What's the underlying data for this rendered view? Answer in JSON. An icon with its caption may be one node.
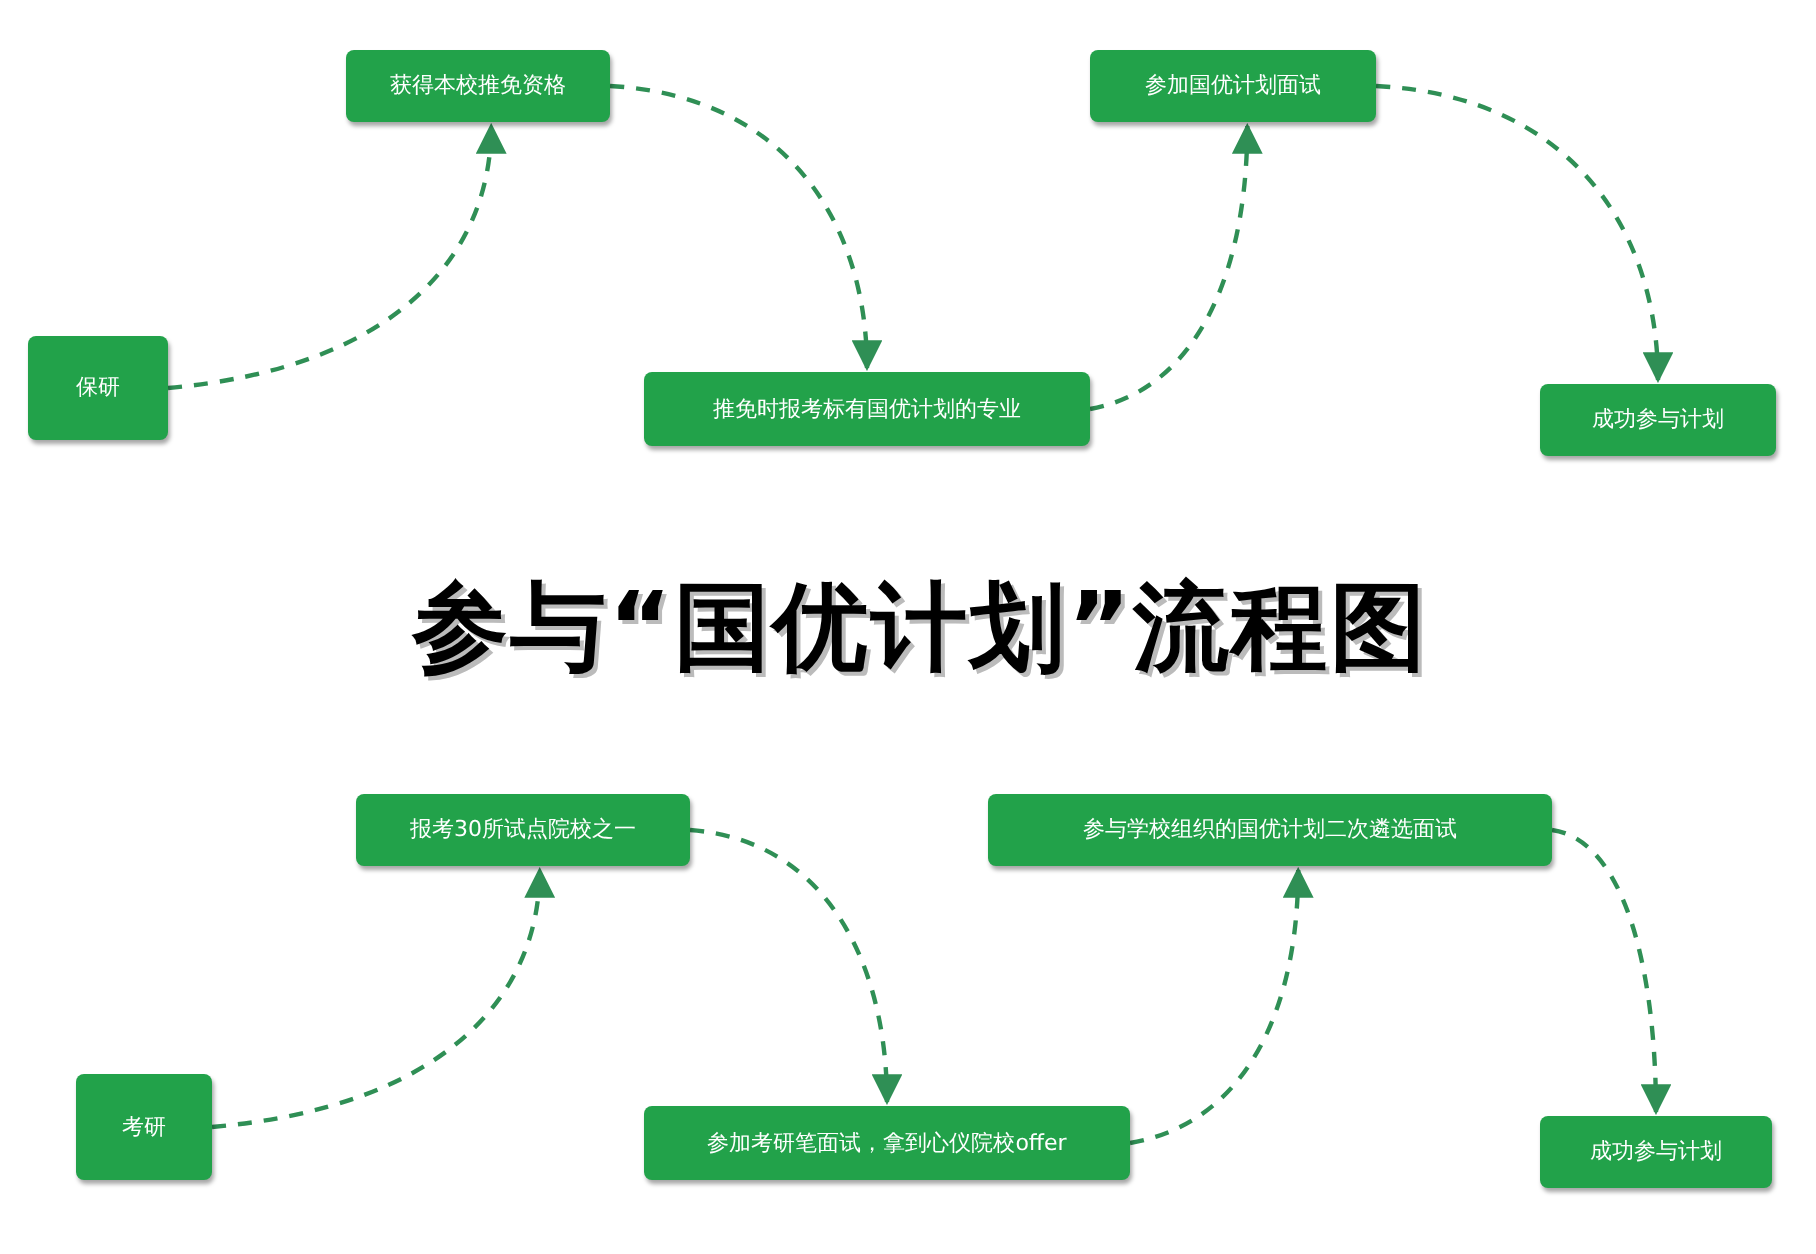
{
  "diagram": {
    "title": "参与“国优计划”流程图",
    "nodes": [
      {
        "text": [
          "保研"
        ]
      },
      {
        "text": [
          "获得本校推免资格"
        ]
      },
      {
        "text": [
          "推免时报考标有国优计划的专业"
        ]
      },
      {
        "text": [
          "参加国优计划面试"
        ]
      },
      {
        "text": [
          "成功参与计划"
        ]
      },
      {
        "text": [
          "考研"
        ]
      },
      {
        "text": [
          "报考30所试点院校之一"
        ]
      },
      {
        "text": [
          "参加考研笔面试，拿到心仪院校offer"
        ]
      },
      {
        "text": [
          "参与学校组织的国优计划二次遴选面试"
        ]
      },
      {
        "text": [
          "成功参与计划"
        ]
      }
    ],
    "edges": [
      {
        "from": 0,
        "to": 1,
        "arrow": "to",
        "style": "dashed"
      },
      {
        "from": 1,
        "to": 2,
        "arrow": "to",
        "style": "dashed"
      },
      {
        "from": 2,
        "to": 3,
        "arrow": "to",
        "style": "dashed"
      },
      {
        "from": 3,
        "to": 4,
        "arrow": "to",
        "style": "dashed"
      },
      {
        "from": 5,
        "to": 6,
        "arrow": "to",
        "style": "dashed"
      },
      {
        "from": 6,
        "to": 7,
        "arrow": "to",
        "style": "dashed"
      },
      {
        "from": 7,
        "to": 8,
        "arrow": "to",
        "style": "dashed"
      },
      {
        "from": 8,
        "to": 9,
        "arrow": "to",
        "style": "dashed"
      }
    ]
  }
}
